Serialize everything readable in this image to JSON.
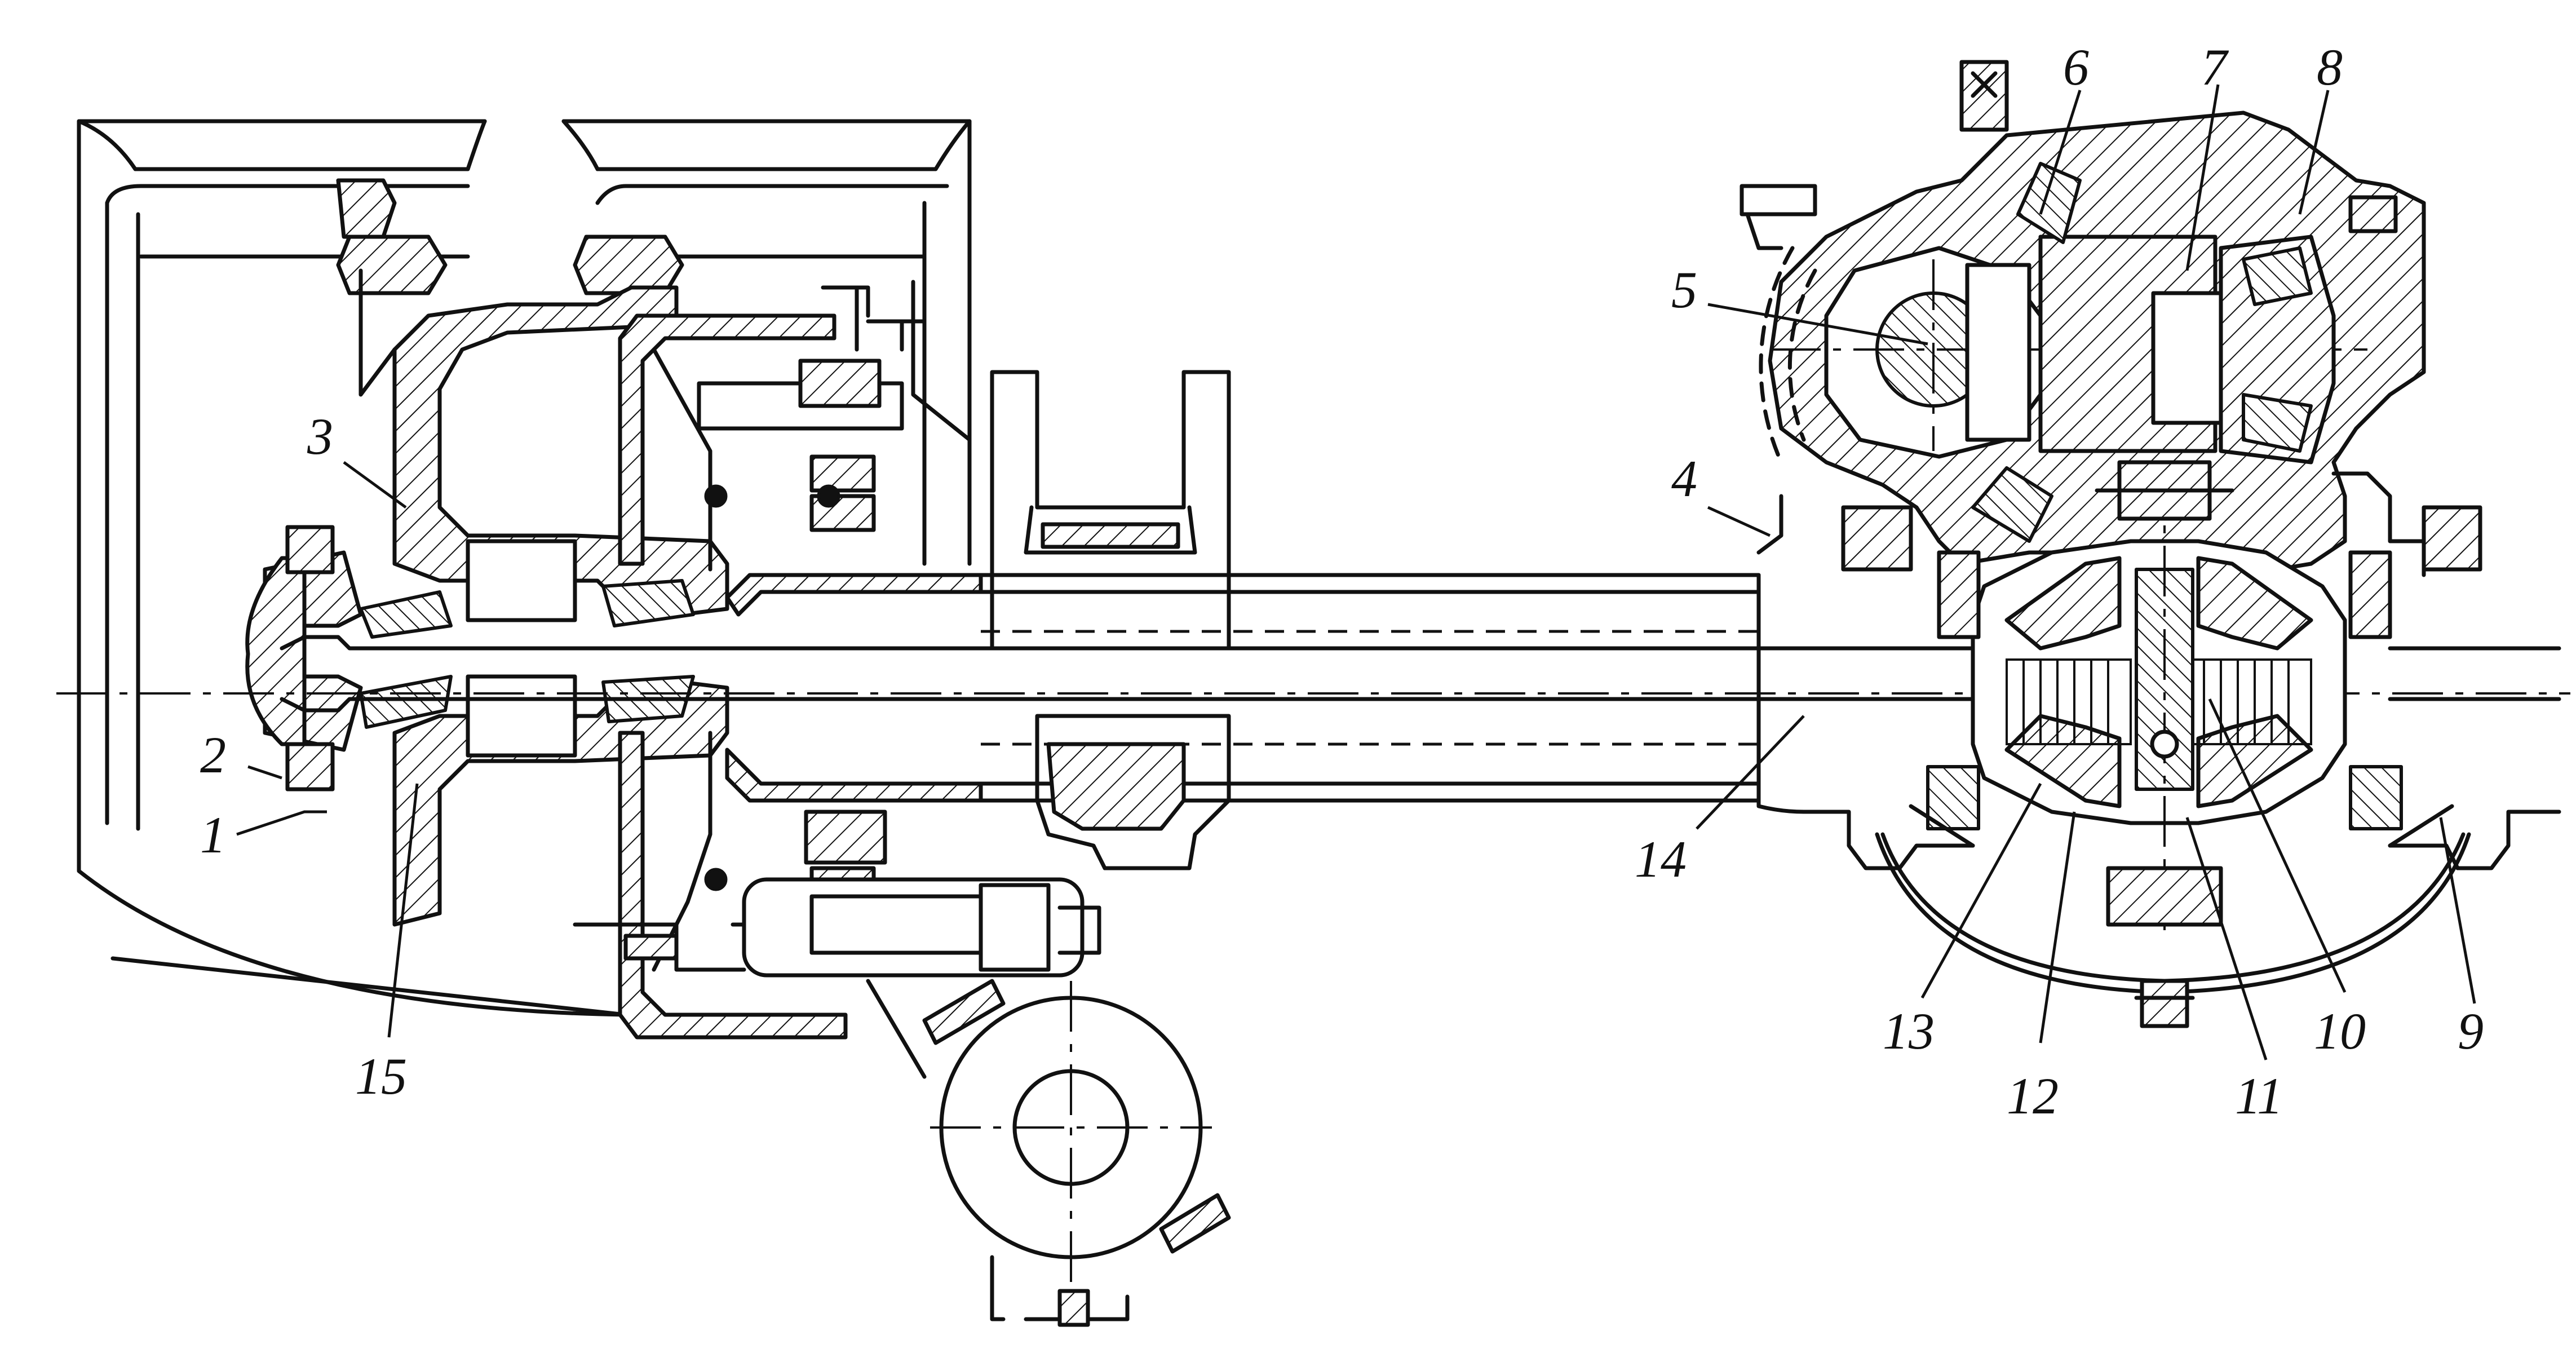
{
  "figure": {
    "kind": "engineering cross-section drawing of a drive axle",
    "line_color": "#111111",
    "background": "#ffffff"
  },
  "callouts": [
    {
      "id": "c1",
      "label": "1"
    },
    {
      "id": "c2",
      "label": "2"
    },
    {
      "id": "c3",
      "label": "3"
    },
    {
      "id": "c4",
      "label": "4"
    },
    {
      "id": "c5",
      "label": "5"
    },
    {
      "id": "c6",
      "label": "6"
    },
    {
      "id": "c7",
      "label": "7"
    },
    {
      "id": "c8",
      "label": "8"
    },
    {
      "id": "c9",
      "label": "9"
    },
    {
      "id": "c10",
      "label": "10"
    },
    {
      "id": "c11",
      "label": "11"
    },
    {
      "id": "c12",
      "label": "12"
    },
    {
      "id": "c13",
      "label": "13"
    },
    {
      "id": "c14",
      "label": "14"
    },
    {
      "id": "c15",
      "label": "15"
    }
  ]
}
